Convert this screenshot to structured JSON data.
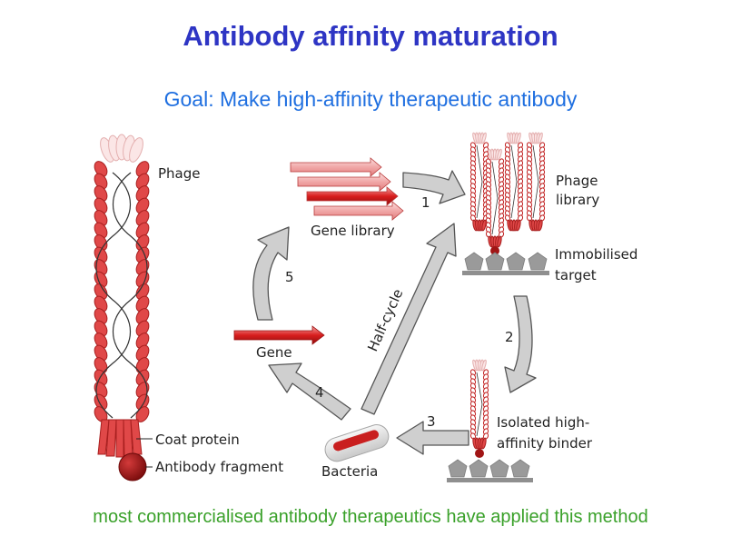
{
  "title": "Antibody affinity maturation",
  "subtitle": "Goal: Make high-affinity therapeutic antibody",
  "footer": "most commercialised antibody therapeutics have applied this method",
  "labels": {
    "phage": "Phage",
    "coat_protein": "Coat protein",
    "antibody_fragment": "Antibody fragment",
    "gene_library": "Gene library",
    "gene": "Gene",
    "bacteria": "Bacteria",
    "phage_library_1": "Phage",
    "phage_library_2": "library",
    "immobilised_1": "Immobilised",
    "immobilised_2": "target",
    "isolated_1": "Isolated high-",
    "isolated_2": "affinity binder",
    "half_cycle": "Half-cycle"
  },
  "steps": [
    "1",
    "2",
    "3",
    "4",
    "5"
  ],
  "colors": {
    "title": "#2e35c4",
    "subtitle": "#1f6fe0",
    "footer": "#3aa12a",
    "coat": "#e04848",
    "gene_red": "#d11a1a",
    "fragment": "#a11515",
    "arrow_gray": "#c8c8c8",
    "target_gray": "#9a9a9a"
  }
}
